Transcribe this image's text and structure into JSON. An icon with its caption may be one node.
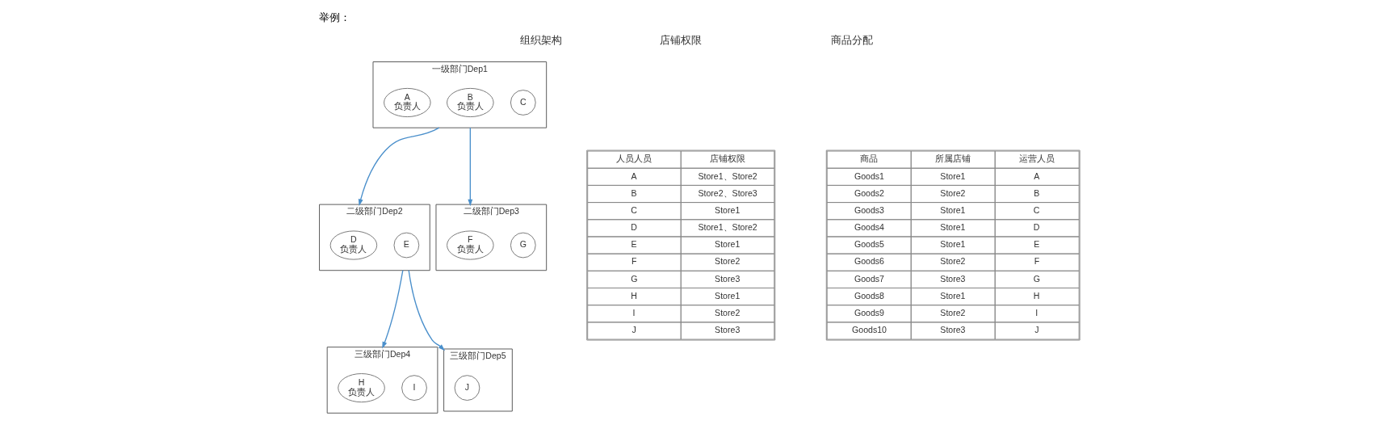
{
  "diagram": {
    "title": "举例：",
    "nodes": [
      {
        "text": [
          "一级部门Dep1"
        ]
      },
      {
        "text": [
          "A",
          "负责人"
        ],
        "in": 0
      },
      {
        "text": [
          "B",
          "负责人"
        ],
        "in": 0
      },
      {
        "text": [
          "C"
        ],
        "in": 0
      },
      {
        "text": [
          "二级部门Dep2"
        ]
      },
      {
        "text": [
          "D",
          "负责人"
        ],
        "in": 4
      },
      {
        "text": [
          "E"
        ],
        "in": 4
      },
      {
        "text": [
          "二级部门Dep3"
        ]
      },
      {
        "text": [
          "F",
          "负责人"
        ],
        "in": 7
      },
      {
        "text": [
          "G"
        ],
        "in": 7
      },
      {
        "text": [
          "三级部门Dep4"
        ]
      },
      {
        "text": [
          "H",
          "负责人"
        ],
        "in": 10
      },
      {
        "text": [
          "I"
        ],
        "in": 10
      },
      {
        "text": [
          "三级部门Dep5"
        ]
      },
      {
        "text": [
          "J"
        ],
        "in": 13
      }
    ],
    "edges": [
      {
        "from": 0,
        "to": 4,
        "arrow": "to"
      },
      {
        "from": 0,
        "to": 7,
        "arrow": "to"
      },
      {
        "from": 4,
        "to": 10,
        "arrow": "to"
      },
      {
        "from": 4,
        "to": 13,
        "arrow": "to"
      }
    ],
    "labels": [
      "组织架构",
      "店铺权限",
      "商品分配",
      "人员人员",
      "店铺权限",
      "A",
      "Store1、Store2",
      "B",
      "Store2、Store3",
      "C",
      "Store1",
      "D",
      "Store1、Store2",
      "E",
      "Store1",
      "F",
      "Store2",
      "G",
      "Store3",
      "H",
      "Store1",
      "I",
      "Store2",
      "J",
      "Store3",
      "商品",
      "所属店铺",
      "运营人员",
      "Goods1",
      "Store1",
      "A",
      "Goods2",
      "Store2",
      "B",
      "Goods3",
      "Store1",
      "C",
      "Goods4",
      "Store1",
      "D",
      "Goods5",
      "Store1",
      "E",
      "Goods6",
      "Store2",
      "F",
      "Goods7",
      "Store3",
      "G",
      "Goods8",
      "Store1",
      "H",
      "Goods9",
      "Store2",
      "I",
      "Goods10",
      "Store3",
      "J"
    ]
  }
}
